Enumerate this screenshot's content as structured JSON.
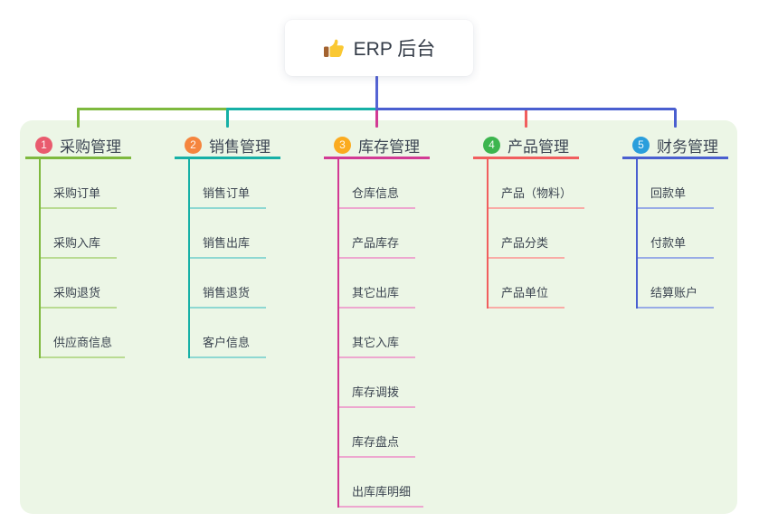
{
  "root": {
    "title": "ERP 后台",
    "icon": "thumbs-up-icon",
    "icon_colors": {
      "hand": "#fac832",
      "cuff": "#a3622f"
    }
  },
  "panel": {
    "background": "#ecf6e6"
  },
  "connector": {
    "root_color": "#5564d4"
  },
  "branches": [
    {
      "num": "1",
      "label": "采购管理",
      "color": "#7eb93e",
      "light_color": "#b9db92",
      "badge_color": "#e95b6e",
      "children": [
        "采购订单",
        "采购入库",
        "采购退货",
        "供应商信息"
      ]
    },
    {
      "num": "2",
      "label": "销售管理",
      "color": "#16b0a6",
      "light_color": "#8ed8d2",
      "badge_color": "#f5853e",
      "children": [
        "销售订单",
        "销售出库",
        "销售退货",
        "客户信息"
      ]
    },
    {
      "num": "3",
      "label": "库存管理",
      "color": "#d23a94",
      "light_color": "#eda7cf",
      "badge_color": "#fbab1f",
      "children": [
        "仓库信息",
        "产品库存",
        "其它出库",
        "其它入库",
        "库存调拨",
        "库存盘点",
        "出库库明细"
      ]
    },
    {
      "num": "4",
      "label": "产品管理",
      "color": "#f15e5e",
      "light_color": "#f9aba6",
      "badge_color": "#3cb54e",
      "children": [
        "产品（物料）",
        "产品分类",
        "产品单位"
      ]
    },
    {
      "num": "5",
      "label": "财务管理",
      "color": "#4a5fd0",
      "light_color": "#98abe6",
      "badge_color": "#2a9edc",
      "children": [
        "回款单",
        "付款单",
        "结算账户"
      ]
    }
  ]
}
